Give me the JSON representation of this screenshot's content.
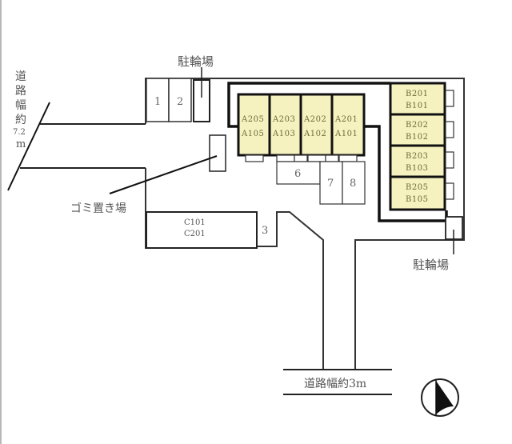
{
  "labels": {
    "road_left_width": [
      "道",
      "路",
      "幅",
      "約",
      "7.2",
      "m"
    ],
    "road_bottom_width": "道路幅約3m",
    "bike_parking_top": "駐輪場",
    "bike_parking_right": "駐輪場",
    "garbage_area": "ゴミ置き場"
  },
  "parking_spaces": [
    "1",
    "2",
    "3",
    "6",
    "7",
    "8"
  ],
  "building_a": {
    "units": [
      {
        "upper": "A205",
        "lower": "A105"
      },
      {
        "upper": "A203",
        "lower": "A103"
      },
      {
        "upper": "A202",
        "lower": "A102"
      },
      {
        "upper": "A201",
        "lower": "A101"
      }
    ]
  },
  "building_b": {
    "units": [
      {
        "upper": "B201",
        "lower": "B101"
      },
      {
        "upper": "B202",
        "lower": "B102"
      },
      {
        "upper": "B203",
        "lower": "B103"
      },
      {
        "upper": "B205",
        "lower": "B105"
      }
    ]
  },
  "building_c": {
    "units": [
      "C101",
      "C201"
    ]
  },
  "colors": {
    "unit_fill": "#f6f2c0",
    "line": "#111111",
    "thin_line": "#333333"
  },
  "compass": {
    "icon": "north-arrow-icon"
  }
}
